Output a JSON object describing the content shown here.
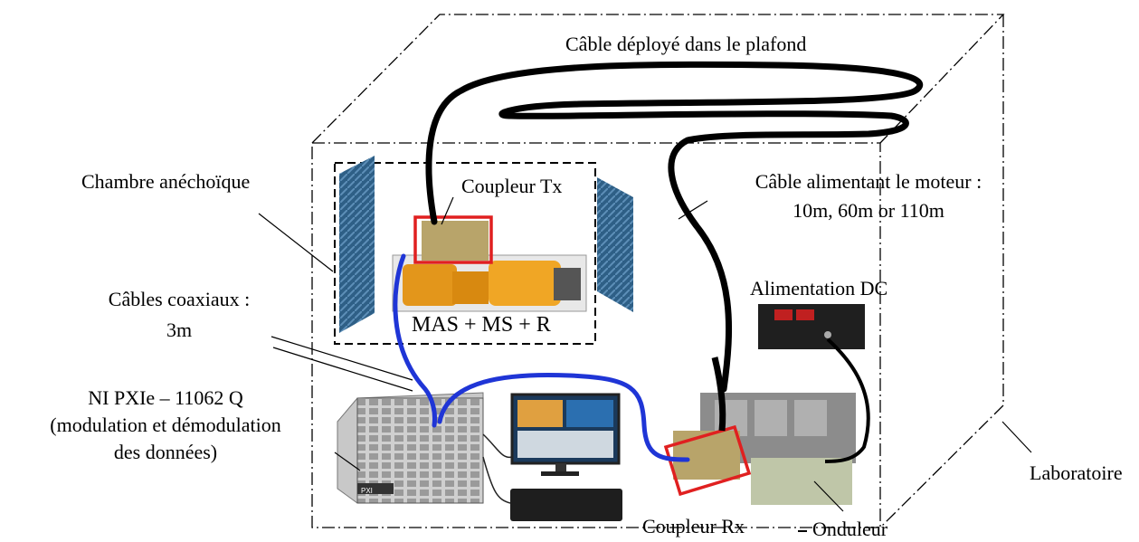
{
  "labels": {
    "ceiling_cable": "Câble déployé dans le plafond",
    "anechoic_chamber": "Chambre anéchoïque",
    "tx_coupler": "Coupleur Tx",
    "motor_cable_line1": "Câble alimentant le moteur :",
    "motor_cable_line2": "10m, 60m or 110m",
    "dc_supply": "Alimentation DC",
    "coax_line1": "Câbles coaxiaux :",
    "coax_line2": "3m",
    "machines": "MAS + MS + R",
    "ni_line1": "NI PXIe – 11062 Q",
    "ni_line2": "(modulation et démodulation",
    "ni_line3": "des données)",
    "lab": "Laboratoire",
    "rx_coupler": "Coupleur Rx",
    "inverter": "Onduleur",
    "pxi_badge": "PXI"
  },
  "colors": {
    "power_cable": "#000000",
    "coax_cable": "#1f35d6",
    "coupler_box": "#e02020",
    "absorber": "#2e5f86"
  }
}
